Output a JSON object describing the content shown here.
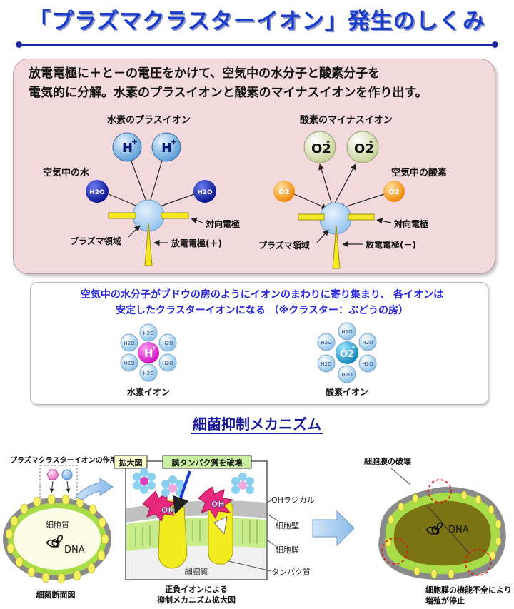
{
  "title": "「プラズマクラスターイオン」発生のしくみ",
  "box1": {
    "text_line1": "放電電極に＋と－の電圧をかけて、空気中の水分子と酸素分子を",
    "text_line2": "電気的に分解。水素のプラスイオンと酸素のマイナスイオンを作り出す。",
    "left": {
      "ion_label": "水素のプラスイオン",
      "ion_symbol": "H",
      "ion_charge": "+",
      "molecule_label": "空気中の水",
      "molecule": "H2O",
      "counter_electrode": "対向電極",
      "plasma_area": "プラズマ領域",
      "discharge_electrode": "放電電極(＋)"
    },
    "right": {
      "ion_label": "酸素のマイナスイオン",
      "ion_symbol": "O2",
      "ion_charge": "-",
      "molecule_label": "空気中の酸素",
      "molecule": "O2",
      "counter_electrode": "対向電極",
      "plasma_area": "プラズマ領域",
      "discharge_electrode": "放電電極(－)"
    }
  },
  "box2": {
    "text_line1": "空気中の水分子がブドウの房のようにイオンのまわりに寄り集まり、 各イオンは",
    "text_line2": "安定したクラスターイオンになる （※クラスター：ぶどうの房）",
    "left_caption": "水素イオン",
    "right_caption": "酸素イオン",
    "water": "H2O",
    "h_ion": "H",
    "h_charge": "+",
    "o_ion": "O2",
    "o_charge": "-"
  },
  "section2_title": "細菌抑制メカニズム",
  "mechanism": {
    "action_label": "プラズマクラスターイオンの作用",
    "cytoplasm": "細胞質",
    "dna": "DNA",
    "cell_caption": "細菌断面図",
    "enlarged_tag": "拡大図",
    "destroy_tag": "膜タンパク質を破壊",
    "oh_radical": "OHラジカル",
    "cell_wall": "細胞壁",
    "cell_membrane": "細胞膜",
    "cytoplasm2": "細胞質",
    "protein": "タンパク質",
    "oh": "OH",
    "enlarged_caption_line1": "正負イオンによる",
    "enlarged_caption_line2": "抑制メカニズム拡大図",
    "membrane_break": "細胞膜の破壊",
    "dna2": "DNA",
    "result_line1": "細胞膜の機能不全により",
    "result_line2": "増殖が停止"
  },
  "colors": {
    "title_blue": "#1a3cc9",
    "box_pink": "#f2d9dc",
    "h_ion_blue": "#6fb1e4",
    "o_ion_cream": "#e9efc9",
    "h2o_navy": "#1a2aa8",
    "o2_orange": "#f39a18",
    "h_cluster_magenta": "#e020d0",
    "o_cluster_teal": "#1aa0c8",
    "bacteria_green": "#9cd63c",
    "bacteria_gray": "#8a8a8a",
    "bacteria_yellow": "#f4f060",
    "damaged_olive": "#7a7414"
  }
}
